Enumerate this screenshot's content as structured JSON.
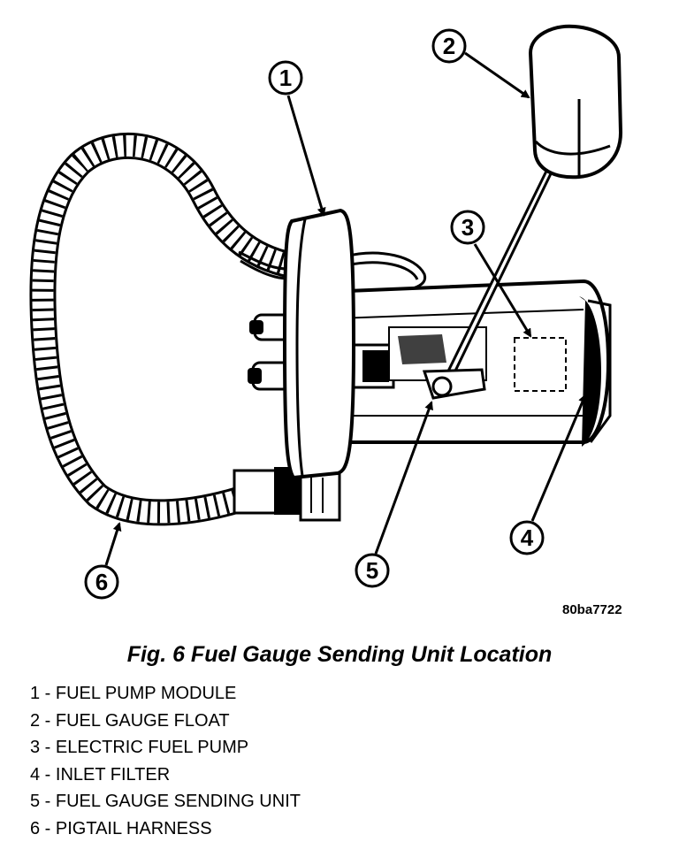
{
  "figure_code": "80ba7722",
  "caption": "Fig. 6 Fuel Gauge Sending Unit Location",
  "callouts": [
    "1",
    "2",
    "3",
    "4",
    "5",
    "6"
  ],
  "legend": [
    "1 - FUEL PUMP MODULE",
    "2 - FUEL GAUGE FLOAT",
    "3 - ELECTRIC FUEL PUMP",
    "4 - INLET FILTER",
    "5 - FUEL GAUGE SENDING UNIT",
    "6 - PIGTAIL HARNESS"
  ],
  "colors": {
    "ink": "#000000",
    "paper": "#ffffff"
  }
}
